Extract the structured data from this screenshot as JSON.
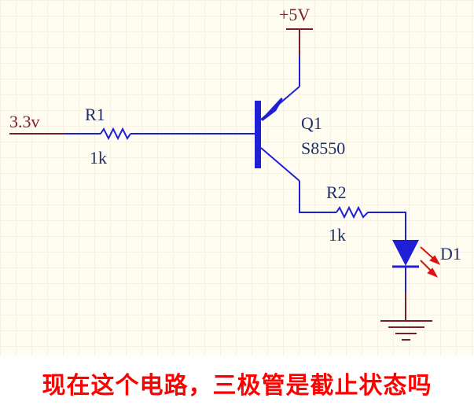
{
  "colors": {
    "background": "#fffdf2",
    "grid": "#ece7d3",
    "wire": "#1f1fd6",
    "power_net": "#7a1e2b",
    "label": "#1f2f6b",
    "led_arrows": "#e01010",
    "question_text": "#ff0000"
  },
  "labels": {
    "vcc": "+5V",
    "input": "3.3v",
    "r1_ref": "R1",
    "r1_val": "1k",
    "q1_ref": "Q1",
    "q1_part": "S8550",
    "r2_ref": "R2",
    "r2_val": "1k",
    "d1_ref": "D1"
  },
  "question": "现在这个电路，三极管是截止状态吗"
}
